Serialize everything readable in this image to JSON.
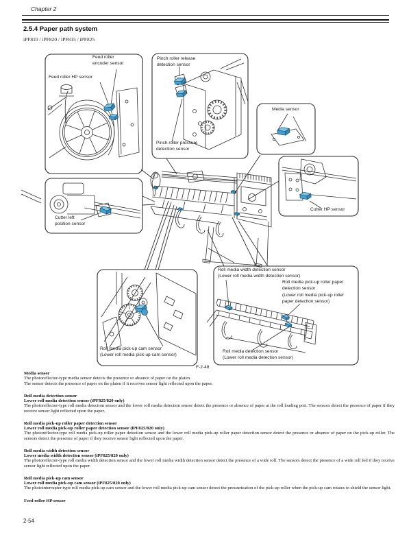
{
  "page": {
    "chapter": "Chapter 2",
    "section_title": "2.5.4 Paper path system",
    "models": "iPF810 / iPF820 / iPF815 / iPF825",
    "figure_number": "F-2-48",
    "page_number": "2-54"
  },
  "figure": {
    "sensor_color": "#5fb0d8",
    "callouts": {
      "feed_encoder": {
        "lines": [
          "Feed roller",
          "encoder sensor"
        ]
      },
      "feed_hp": {
        "lines": [
          "Feed roller HP sensor"
        ]
      },
      "pinch_release": {
        "lines": [
          "Pinch roller release",
          "detection sensor"
        ]
      },
      "pinch_pressure": {
        "lines": [
          "Pinch roller pressure",
          "detection sensor"
        ]
      },
      "media": {
        "lines": [
          "Media sensor"
        ]
      },
      "cutter_hp": {
        "lines": [
          "Cutter HP sensor"
        ]
      },
      "cutter_left": {
        "lines": [
          "Cutter left",
          "position sensor"
        ]
      },
      "cam": {
        "lines": [
          "Roll media pick-up cam sensor",
          "(Lower roll media pick-up cam sensor)"
        ]
      },
      "width": {
        "lines": [
          "Roll media width detection sensor",
          "(Lower roll media width detection sensor)"
        ]
      },
      "pickup_paper": {
        "lines": [
          "Roll media pick-up roller paper",
          "detection sensor",
          "(Lower roll media pick-up roller",
          "paper detection sensor)"
        ]
      },
      "roll_detect": {
        "lines": [
          "Roll media detection sensor",
          "(Lower roll media detection sensor)"
        ]
      }
    }
  },
  "sections": [
    {
      "headings": [
        "Media sensor"
      ],
      "paras": [
        "The photoreflector-type media sensor detects the presence or absence of paper on the platen.",
        "The sensor detects the presence of paper on the platen if it receives sensor light reflected upon the paper."
      ]
    },
    {
      "headings": [
        "Roll media detection sensor",
        "Lower roll media detection sensor (iPF825/820 only)"
      ],
      "paras": [
        "The photoreflector-type roll media detection sensor and the lower roll media detection sensor detect the presence or absence of paper at the roll loading port. The sensors detect the presence of paper if they receive sensor light reflected upon the paper."
      ]
    },
    {
      "headings": [
        "Roll media pick-up roller paper detection sensor",
        "Lower roll media pick-up roller paper detection sensor (iPF825/820 only)"
      ],
      "paras": [
        "The photoreflector-type roll media pick-up roller paper detection sensor and the lower roll media pick-up roller paper detection sensor detect the presence or absence of paper on the pick-up roller. The sensors detect the presence of paper if they receive sensor light reflected upon the paper."
      ]
    },
    {
      "headings": [
        "Roll media width detection sensor",
        "Lower media width detection sensor (iPF825/820 only)"
      ],
      "paras": [
        "The photoreflector-type roll media width detection sensor and the lower roll media width detection sensor detect the presence of a wide roll. The sensors detect the presence of a wide roll fed if they receive sensor light reflected upon the paper."
      ]
    },
    {
      "headings": [
        "Roll media pick-up cam sensor",
        "Lower roll media pick-up cam sensor (iPF825/820 only)"
      ],
      "paras": [
        "The photointerrupter-type roll media pick-up cam sensor and the lower roll media pick-up cam sensor detect the pressurization of the pick-up roller when the pick-up cam rotates to shield the sensor light."
      ]
    },
    {
      "headings": [
        "Feed roller HP sensor"
      ],
      "paras": []
    }
  ]
}
